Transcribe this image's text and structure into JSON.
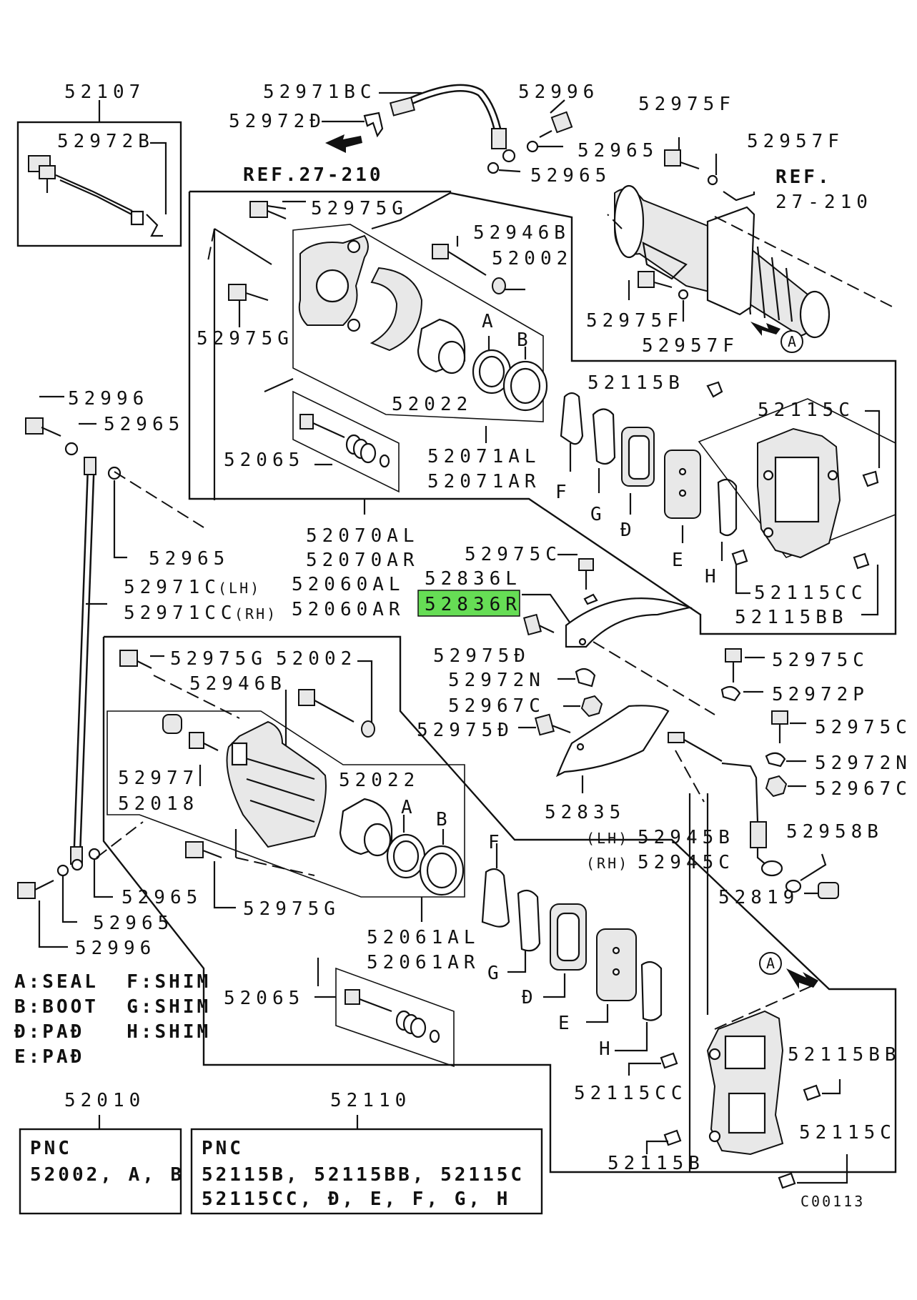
{
  "highlight_color": "#66dd55",
  "labels": {
    "l52107": "52107",
    "l52972B": "52972B",
    "l52971BC": "52971BC",
    "l52972D": "52972Đ",
    "l52996_top": "52996",
    "l52965_t1": "52965",
    "l52965_t2": "52965",
    "ref_left": "REF.27-210",
    "l52975F_top": "52975F",
    "l52957F_top": "52957F",
    "ref_right_1": "REF.",
    "ref_right_2": "27-210",
    "l52975F_bot": "52975F",
    "l52957F_bot": "52957F",
    "l52975G_a": "52975G",
    "l52946B_a": "52946B",
    "l52002_a": "52002",
    "l52975G_b": "52975G",
    "A_1": "A",
    "B_1": "B",
    "l52022_a": "52022",
    "l52065_a": "52065",
    "l52071AL": "52071AL",
    "l52071AR": "52071AR",
    "l52115B_a": "52115B",
    "l52115C_a": "52115C",
    "F_1": "F",
    "G_1": "G",
    "D_1": "Đ",
    "E_1": "E",
    "H_1": "H",
    "l52115CC_a": "52115CC",
    "l52115BB_a": "52115BB",
    "l52996_left": "52996",
    "l52965_l1": "52965",
    "l52965_l2": "52965",
    "l52070AL": "52070AL",
    "l52070AR": "52070AR",
    "l52060AL": "52060AL",
    "l52060AR": "52060AR",
    "l52971C": "52971C",
    "lh_1": "(LH)",
    "l52971CC": "52971CC",
    "rh_1": "(RH)",
    "l52975C_a": "52975C",
    "l52836L": "52836L",
    "l52836R": "52836R",
    "l52975D_a": "52975Đ",
    "l52972N_a": "52972N",
    "l52967C_a": "52967C",
    "l52975D_b": "52975Đ",
    "l52975C_b": "52975C",
    "l52972P": "52972P",
    "l52975C_c": "52975C",
    "l52972N_b": "52972N",
    "l52967C_b": "52967C",
    "l52975G_c": "52975G",
    "l52002_b": "52002",
    "l52946B_b": "52946B",
    "l52977": "52977",
    "l52018": "52018",
    "l52022_b": "52022",
    "A_2": "A",
    "B_2": "B",
    "l52835": "52835",
    "lh_2": "(LH)",
    "l52945B": "52945B",
    "rh_2": "(RH)",
    "l52945C": "52945C",
    "l52958B": "52958B",
    "l52819": "52819",
    "F_2": "F",
    "G_2": "G",
    "D_2": "Đ",
    "E_2": "E",
    "H_2": "H",
    "l52965_b1": "52965",
    "l52965_b2": "52965",
    "l52996_b": "52996",
    "l52975G_d": "52975G",
    "l52061AL": "52061AL",
    "l52061AR": "52061AR",
    "l52065_b": "52065",
    "circle_A_top": "A",
    "circle_A_bot": "A",
    "l52115BB_b": "52115BB",
    "l52115CC_b": "52115CC",
    "l52115C_b": "52115C",
    "l52115B_b": "52115B",
    "l52010": "52010",
    "l52110": "52110",
    "code": "C00113"
  },
  "legend": [
    "A:SEAL  F:SHIM",
    "B:BOOT  G:SHIM",
    "Đ:PAĐ   H:SHIM",
    "E:PAĐ"
  ],
  "box_left": {
    "title": "PNC",
    "line1": "52002, A, B"
  },
  "box_right": {
    "title": "PNC",
    "line1": "52115B, 52115BB, 52115C",
    "line2": "52115CC, Đ, E, F, G, H"
  }
}
